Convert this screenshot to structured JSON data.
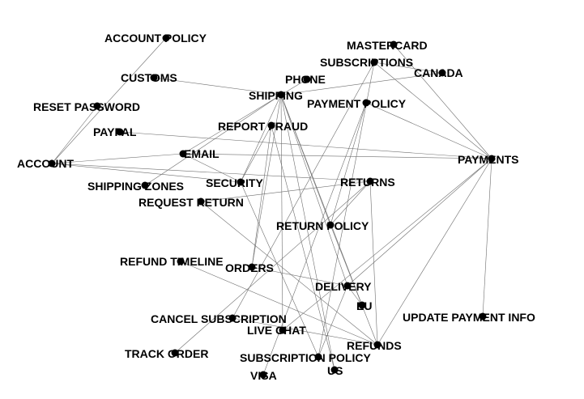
{
  "graph": {
    "colors": {
      "edge": "#6e6e6e",
      "node": "#000000",
      "label": "#000000",
      "background": "#ffffff"
    },
    "nodes": [
      {
        "id": "account_policy",
        "label": "ACCOUNT POLICY"
      },
      {
        "id": "customs",
        "label": "CUSTOMS"
      },
      {
        "id": "reset_password",
        "label": "RESET PASSWORD"
      },
      {
        "id": "paypal",
        "label": "PAYPAL"
      },
      {
        "id": "account",
        "label": "ACCOUNT"
      },
      {
        "id": "email",
        "label": "EMAIL"
      },
      {
        "id": "shipping_zones",
        "label": "SHIPPING ZONES"
      },
      {
        "id": "request_return",
        "label": "REQUEST RETURN"
      },
      {
        "id": "security",
        "label": "SECURITY"
      },
      {
        "id": "report_fraud",
        "label": "REPORT FRAUD"
      },
      {
        "id": "shipping",
        "label": "SHIPPING"
      },
      {
        "id": "phone",
        "label": "PHONE"
      },
      {
        "id": "mastercard",
        "label": "MASTERCARD"
      },
      {
        "id": "subscriptions",
        "label": "SUBSCRIPTIONS"
      },
      {
        "id": "canada",
        "label": "CANADA"
      },
      {
        "id": "payment_policy",
        "label": "PAYMENT POLICY"
      },
      {
        "id": "payments",
        "label": "PAYMENTS"
      },
      {
        "id": "returns",
        "label": "RETURNS"
      },
      {
        "id": "return_policy",
        "label": "RETURN POLICY"
      },
      {
        "id": "refund_timeline",
        "label": "REFUND TIMELINE"
      },
      {
        "id": "orders",
        "label": "ORDERS"
      },
      {
        "id": "delivery",
        "label": "DELIVERY"
      },
      {
        "id": "eu",
        "label": "EU"
      },
      {
        "id": "update_payment_info",
        "label": "UPDATE PAYMENT INFO"
      },
      {
        "id": "cancel_subscription",
        "label": "CANCEL SUBSCRIPTION"
      },
      {
        "id": "live_chat",
        "label": "LIVE CHAT"
      },
      {
        "id": "refunds",
        "label": "REFUNDS"
      },
      {
        "id": "track_order",
        "label": "TRACK ORDER"
      },
      {
        "id": "subscription_policy",
        "label": "SUBSCRIPTION POLICY"
      },
      {
        "id": "visa",
        "label": "VISA"
      },
      {
        "id": "us",
        "label": "US"
      }
    ],
    "edges": [
      [
        "account_policy",
        "account"
      ],
      [
        "customs",
        "shipping"
      ],
      [
        "reset_password",
        "account"
      ],
      [
        "paypal",
        "payments"
      ],
      [
        "account",
        "email"
      ],
      [
        "account",
        "security"
      ],
      [
        "account",
        "returns"
      ],
      [
        "email",
        "phone"
      ],
      [
        "email",
        "security"
      ],
      [
        "shipping_zones",
        "shipping"
      ],
      [
        "request_return",
        "returns"
      ],
      [
        "request_return",
        "refunds"
      ],
      [
        "report_fraud",
        "security"
      ],
      [
        "shipping",
        "security"
      ],
      [
        "shipping",
        "live_chat"
      ],
      [
        "shipping",
        "delivery"
      ],
      [
        "shipping",
        "eu"
      ],
      [
        "shipping",
        "us"
      ],
      [
        "shipping",
        "canada"
      ],
      [
        "shipping",
        "orders"
      ],
      [
        "security",
        "subscription_policy"
      ],
      [
        "mastercard",
        "payments"
      ],
      [
        "subscriptions",
        "payments"
      ],
      [
        "subscriptions",
        "subscription_policy"
      ],
      [
        "subscriptions",
        "cancel_subscription"
      ],
      [
        "subscriptions",
        "canada"
      ],
      [
        "payment_policy",
        "payments"
      ],
      [
        "payment_policy",
        "visa"
      ],
      [
        "payment_policy",
        "return_policy"
      ],
      [
        "payments",
        "email"
      ],
      [
        "payments",
        "update_payment_info"
      ],
      [
        "payments",
        "refunds"
      ],
      [
        "payments",
        "delivery"
      ],
      [
        "payments",
        "live_chat"
      ],
      [
        "returns",
        "return_policy"
      ],
      [
        "returns",
        "refunds"
      ],
      [
        "returns",
        "track_order"
      ],
      [
        "return_policy",
        "refunds"
      ],
      [
        "return_policy",
        "shipping"
      ],
      [
        "refund_timeline",
        "refunds"
      ],
      [
        "orders",
        "delivery"
      ],
      [
        "orders",
        "report_fraud"
      ],
      [
        "delivery",
        "eu"
      ],
      [
        "delivery",
        "subscription_policy"
      ],
      [
        "cancel_subscription",
        "refunds"
      ],
      [
        "us",
        "report_fraud"
      ]
    ]
  }
}
